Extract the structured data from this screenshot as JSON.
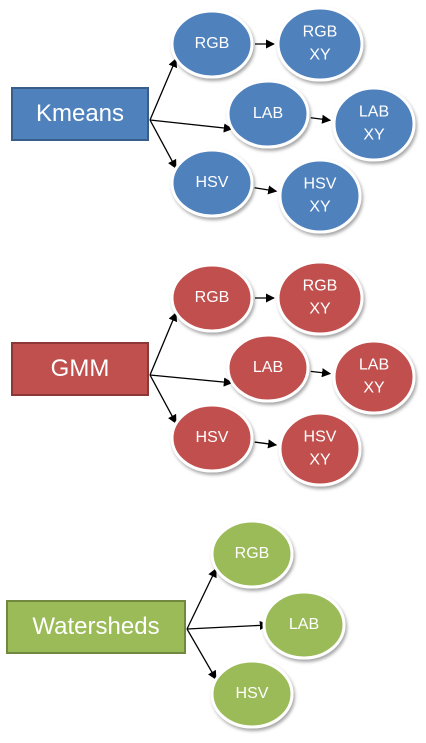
{
  "colors": {
    "kmeans_fill": "#4F81BD",
    "kmeans_stroke": "#385D8A",
    "gmm_fill": "#C0504D",
    "gmm_stroke": "#8C3836",
    "watersheds_fill": "#9BBB59",
    "watersheds_stroke": "#71893F",
    "outline": "#ffffff",
    "arrow": "#000000",
    "text": "#ffffff"
  },
  "groups": [
    {
      "id": "kmeans",
      "label": "Kmeans",
      "color_key": "kmeans",
      "nodes": [
        {
          "id": "kmeans-rgb",
          "label": [
            "RGB"
          ]
        },
        {
          "id": "kmeans-rgbxy",
          "label": [
            "RGB",
            "XY"
          ]
        },
        {
          "id": "kmeans-lab",
          "label": [
            "LAB"
          ]
        },
        {
          "id": "kmeans-labxy",
          "label": [
            "LAB",
            "XY"
          ]
        },
        {
          "id": "kmeans-hsv",
          "label": [
            "HSV"
          ]
        },
        {
          "id": "kmeans-hsvxy",
          "label": [
            "HSV",
            "XY"
          ]
        }
      ]
    },
    {
      "id": "gmm",
      "label": "GMM",
      "color_key": "gmm",
      "nodes": [
        {
          "id": "gmm-rgb",
          "label": [
            "RGB"
          ]
        },
        {
          "id": "gmm-rgbxy",
          "label": [
            "RGB",
            "XY"
          ]
        },
        {
          "id": "gmm-lab",
          "label": [
            "LAB"
          ]
        },
        {
          "id": "gmm-labxy",
          "label": [
            "LAB",
            "XY"
          ]
        },
        {
          "id": "gmm-hsv",
          "label": [
            "HSV"
          ]
        },
        {
          "id": "gmm-hsvxy",
          "label": [
            "HSV",
            "XY"
          ]
        }
      ]
    },
    {
      "id": "watersheds",
      "label": "Watersheds",
      "color_key": "watersheds",
      "nodes": [
        {
          "id": "watersheds-rgb",
          "label": [
            "RGB"
          ]
        },
        {
          "id": "watersheds-lab",
          "label": [
            "LAB"
          ]
        },
        {
          "id": "watersheds-hsv",
          "label": [
            "HSV"
          ]
        }
      ]
    }
  ],
  "edges": [
    [
      "kmeans",
      "kmeans-rgb"
    ],
    [
      "kmeans",
      "kmeans-lab"
    ],
    [
      "kmeans",
      "kmeans-hsv"
    ],
    [
      "kmeans-rgb",
      "kmeans-rgbxy"
    ],
    [
      "kmeans-lab",
      "kmeans-labxy"
    ],
    [
      "kmeans-hsv",
      "kmeans-hsvxy"
    ],
    [
      "gmm",
      "gmm-rgb"
    ],
    [
      "gmm",
      "gmm-lab"
    ],
    [
      "gmm",
      "gmm-hsv"
    ],
    [
      "gmm-rgb",
      "gmm-rgbxy"
    ],
    [
      "gmm-lab",
      "gmm-labxy"
    ],
    [
      "gmm-hsv",
      "gmm-hsvxy"
    ],
    [
      "watersheds",
      "watersheds-rgb"
    ],
    [
      "watersheds",
      "watersheds-lab"
    ],
    [
      "watersheds",
      "watersheds-hsv"
    ]
  ]
}
